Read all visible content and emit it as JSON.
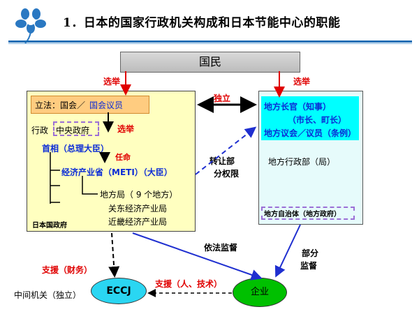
{
  "title": "1．日本的国家行政机关构成和日本节能中心的职能",
  "people": "国民",
  "national_gov": {
    "legislative": "立法：国会／",
    "legislative_members": "国会议员",
    "executive_label": "行政",
    "central_gov": "中央政府",
    "prime_minister": "首相（总理大臣）",
    "meti": "经济产业省（METI）（大臣）",
    "regional_bureau": "地方局（ 9 个地方）",
    "kanto": "关东经济产业局",
    "kinki": "近畿经济产业局",
    "footer": "日本国政府"
  },
  "local_gov": {
    "head": "地方长官（知事）",
    "head_sub": "（市长、町长）",
    "assembly": "地方议会／议员（条例）",
    "admin": "地方行政部（局）",
    "footer": "地方自治体（地方政府）"
  },
  "labels": {
    "elect_left": "选举",
    "elect_right": "选举",
    "elect_inner": "选举",
    "appoint": "任命",
    "independent": "独立",
    "transfer_1": "转让部",
    "transfer_2": "分权限",
    "legal_supervision": "依法监督",
    "partial_1": "部分",
    "partial_2": "监督",
    "support_finance": "支援（财务）",
    "support_people": "支援（人、技术）",
    "intermediary": "中间机关（独立）"
  },
  "nodes": {
    "eccj": "ECCJ",
    "enterprise": "企业"
  },
  "colors": {
    "blue_text": "#0a2bd6",
    "red_text": "#e00000",
    "arrow_blue": "#1f2fd0",
    "eccj_fill": "#2ad6f2",
    "enterprise_fill": "#00c000"
  }
}
